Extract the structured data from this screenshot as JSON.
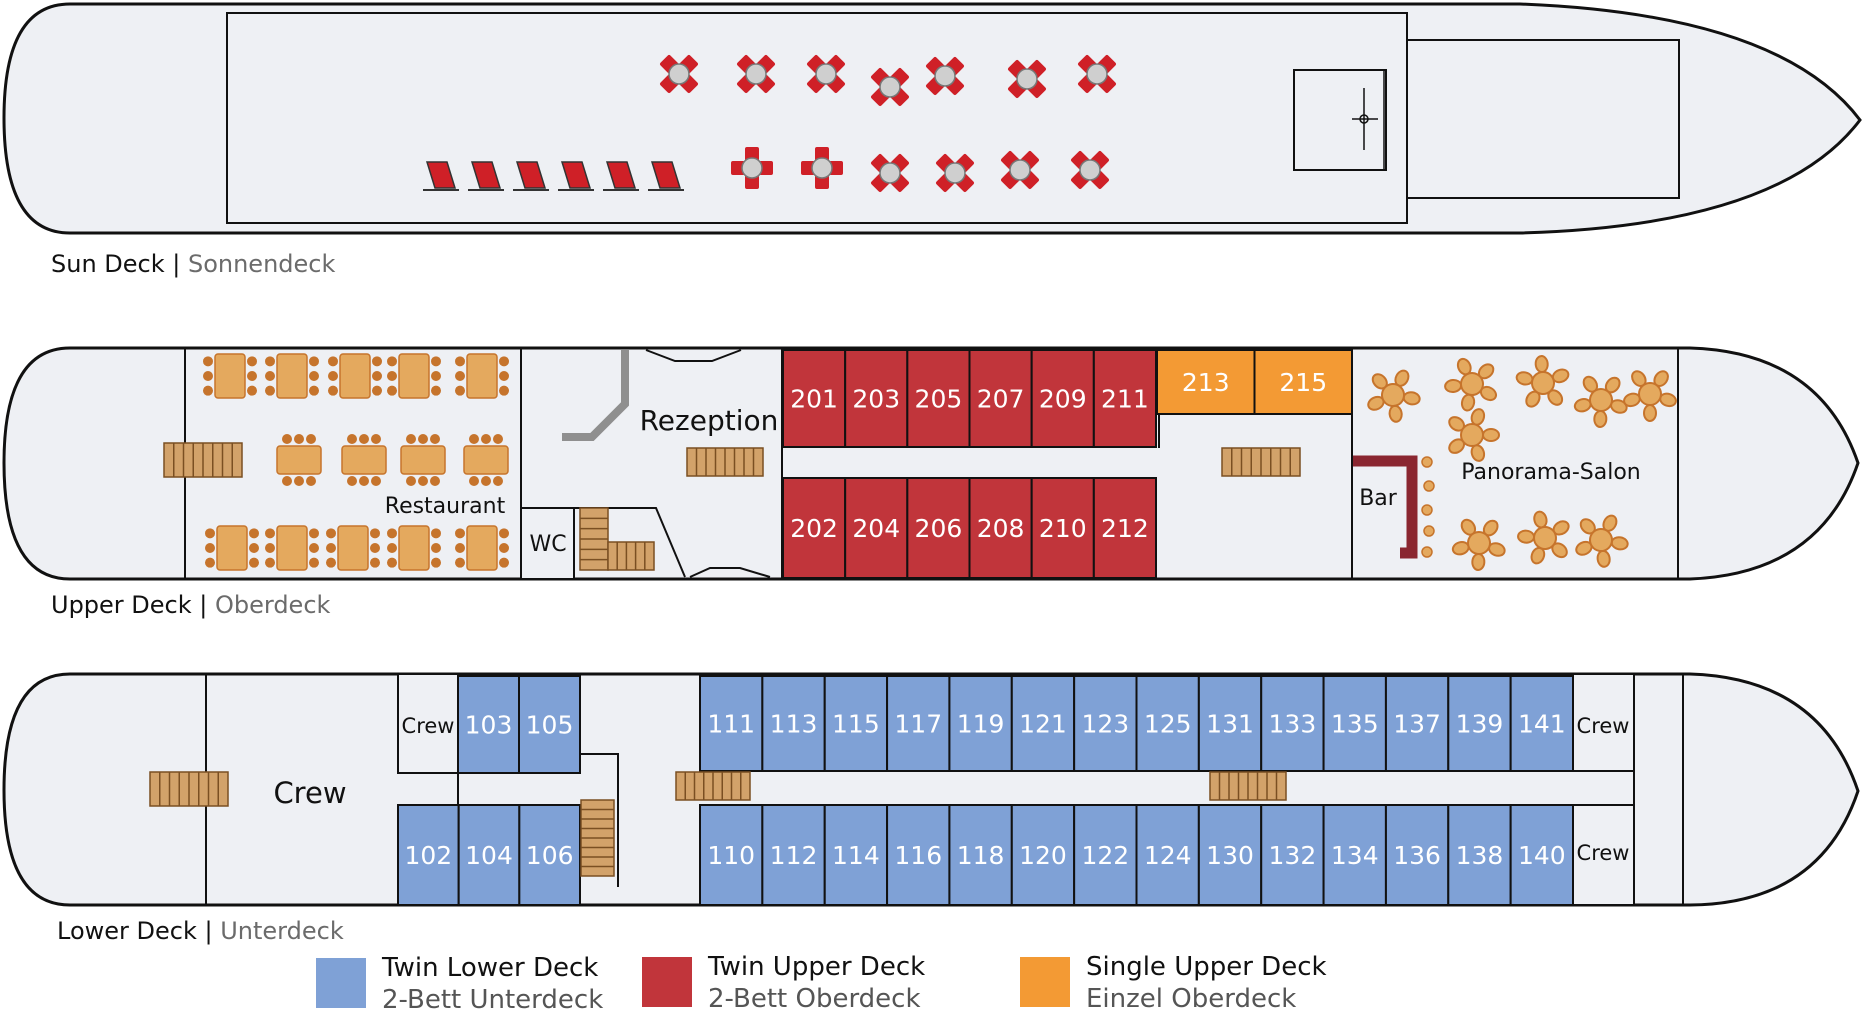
{
  "colors": {
    "twin_lower": "#7fa1d6",
    "twin_upper": "#c1353b",
    "single_upper": "#f39a34",
    "hull_fill": "#eef0f4",
    "furniture": "#e4a95e",
    "furniture_dark": "#c6742c",
    "chair_red": "#cf2027",
    "stairs": "#d2a26a",
    "bar": "#8a2630"
  },
  "decks": {
    "sun": {
      "name_en": "Sun Deck",
      "name_de": "Sonnendeck"
    },
    "upper": {
      "name_en": "Upper Deck",
      "name_de": "Oberdeck"
    },
    "lower": {
      "name_en": "Lower Deck",
      "name_de": "Unterdeck"
    }
  },
  "areas": {
    "restaurant": "Restaurant",
    "reception": "Rezeption",
    "wc": "WC",
    "panorama": "Panorama-Salon",
    "bar": "Bar",
    "crew": "Crew"
  },
  "cabins": {
    "upper_top": [
      "201",
      "203",
      "205",
      "207",
      "209",
      "211"
    ],
    "upper_single": [
      "213",
      "215"
    ],
    "upper_bottom": [
      "202",
      "204",
      "206",
      "208",
      "210",
      "212"
    ],
    "lower_front_top": [
      "103",
      "105"
    ],
    "lower_front_bottom": [
      "102",
      "104",
      "106"
    ],
    "lower_top": [
      "111",
      "113",
      "115",
      "117",
      "119",
      "121",
      "123",
      "125",
      "131",
      "133",
      "135",
      "137",
      "139",
      "141"
    ],
    "lower_bottom": [
      "110",
      "112",
      "114",
      "116",
      "118",
      "120",
      "122",
      "124",
      "130",
      "132",
      "134",
      "136",
      "138",
      "140"
    ]
  },
  "legend": [
    {
      "en": "Twin Lower Deck",
      "de": "2-Bett Unterdeck",
      "color": "#7fa1d6"
    },
    {
      "en": "Twin Upper Deck",
      "de": "2-Bett Oberdeck",
      "color": "#c1353b"
    },
    {
      "en": "Single Upper Deck",
      "de": "Einzel Oberdeck",
      "color": "#f39a34"
    }
  ]
}
